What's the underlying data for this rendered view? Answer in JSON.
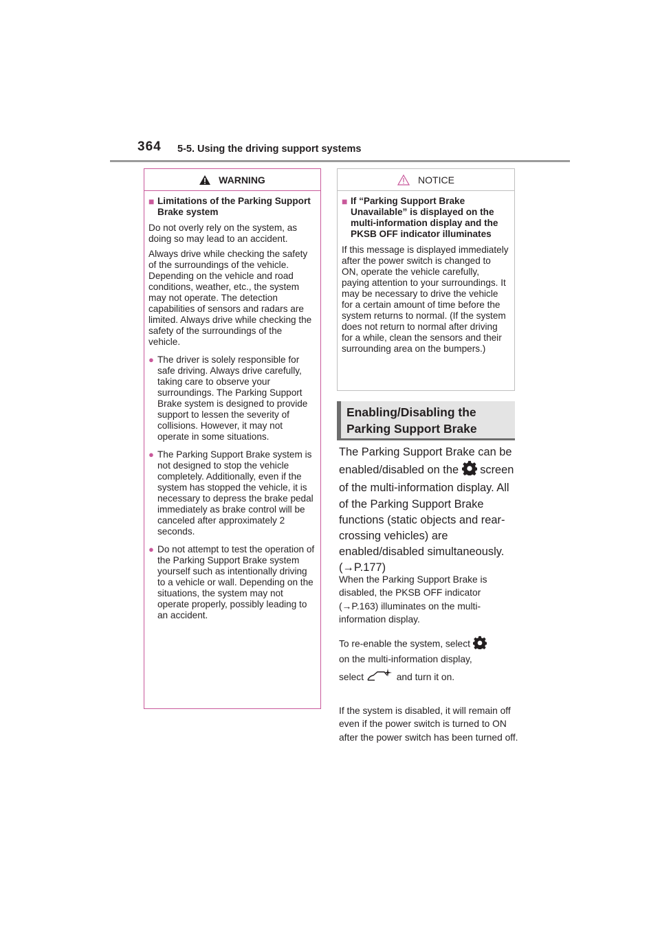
{
  "header": {
    "page_number": "364",
    "section": "5-5. Using the driving support systems"
  },
  "warning": {
    "title": "WARNING",
    "heading": "Limitations of the Parking Support Brake system",
    "paragraph1": "Do not overly rely on the system, as doing so may lead to an accident.",
    "paragraph2": "Always drive while checking the safety of the surroundings of the vehicle. Depending on the vehicle and road conditions, weather, etc., the system may not operate. The detection capabilities of sensors and radars are limited. Always drive while checking the safety of the surroundings of the vehicle.",
    "bullets": [
      "The driver is solely responsible for safe driving. Always drive carefully, taking care to observe your surroundings. The Parking Support Brake system is designed to provide support to lessen the severity of collisions. However, it may not operate in some situations.",
      "The Parking Support Brake system is not designed to stop the vehicle completely. Additionally, even if the system has stopped the vehicle, it is necessary to depress the brake pedal immediately as brake control will be canceled after approximately 2 seconds.",
      "Do not attempt to test the operation of the Parking Support Brake system yourself such as intentionally driving to a vehicle or wall. Depending on the situations, the system may not operate properly, possibly leading to an accident."
    ]
  },
  "notice": {
    "title": "NOTICE",
    "heading": "If “Parking Support Brake Unavailable” is displayed on the multi-information display and the PKSB OFF indicator illuminates",
    "body": "If this message is displayed immediately after the power switch is changed to ON, operate the vehicle carefully, paying attention to your surroundings. It may be necessary to drive the vehicle for a certain amount of time before the system returns to normal. (If the system does not return to normal after driving for a while, clean the sensors and their surrounding area on the bumpers.)"
  },
  "section_heading": "Enabling/Disabling the Parking Support Brake",
  "lead": {
    "part1": "The Parking Support Brake can be enabled/disabled on the",
    "part2": "screen of the multi-information display. All of the Parking Support Brake functions (static objects and rear-crossing vehicles) are enabled/disabled simultaneously. (",
    "ref": "P.177)"
  },
  "note1": {
    "part1": "When the Parking Support Brake is disabled, the PKSB OFF indicator (",
    "ref": "P.163) illuminates on the multi-information display."
  },
  "note2": {
    "part1": "To re-enable the system, select",
    "part2": "on the multi-information display,",
    "part3": "select",
    "part4": "and turn it on."
  },
  "note3": "If the system is disabled, it will remain off even if the power switch is turned to ON after the power switch has been turned off.",
  "icons": [
    "warning-triangle-icon",
    "notice-triangle-icon",
    "gear-icon",
    "car-settings-icon",
    "arrow-icon"
  ],
  "colors": {
    "accent": "#c8589a",
    "heading_bg": "#e4e4e4",
    "rule": "#9a9a9a"
  }
}
